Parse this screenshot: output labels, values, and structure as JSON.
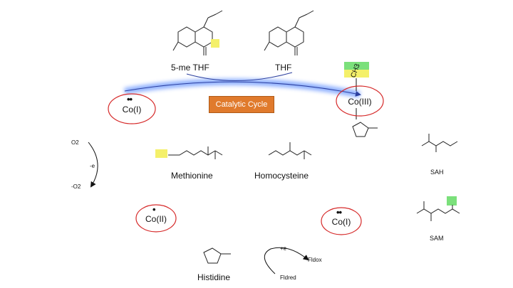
{
  "molecules": {
    "five_me_thf": "5-me THF",
    "thf": "THF",
    "methionine": "Methionine",
    "homocysteine": "Homocysteine",
    "histidine": "Histidine",
    "sah": "SAH",
    "sam": "SAM",
    "methyl_group": "CH3"
  },
  "center_label": "Catalytic Cycle",
  "cobalt_states": {
    "co_i_top": "Co(I)",
    "co_iii": "Co(III)",
    "co_ii": "Co(II)",
    "co_i_bottom": "Co(I)"
  },
  "oxygen_arrow": {
    "top": "O2",
    "mid": "-e",
    "bottom": "-O2"
  },
  "flavodoxin": {
    "electron": "+e",
    "ox": "Fldox",
    "red": "Fldred"
  },
  "colors": {
    "cycle_arrow": "#3a5bd9",
    "cycle_glow": "#7aa2ff",
    "circle": "#d62a2a",
    "label_box": "#e07a2c",
    "highlight_yellow": "#f4f06a",
    "highlight_green": "#7be07b"
  }
}
